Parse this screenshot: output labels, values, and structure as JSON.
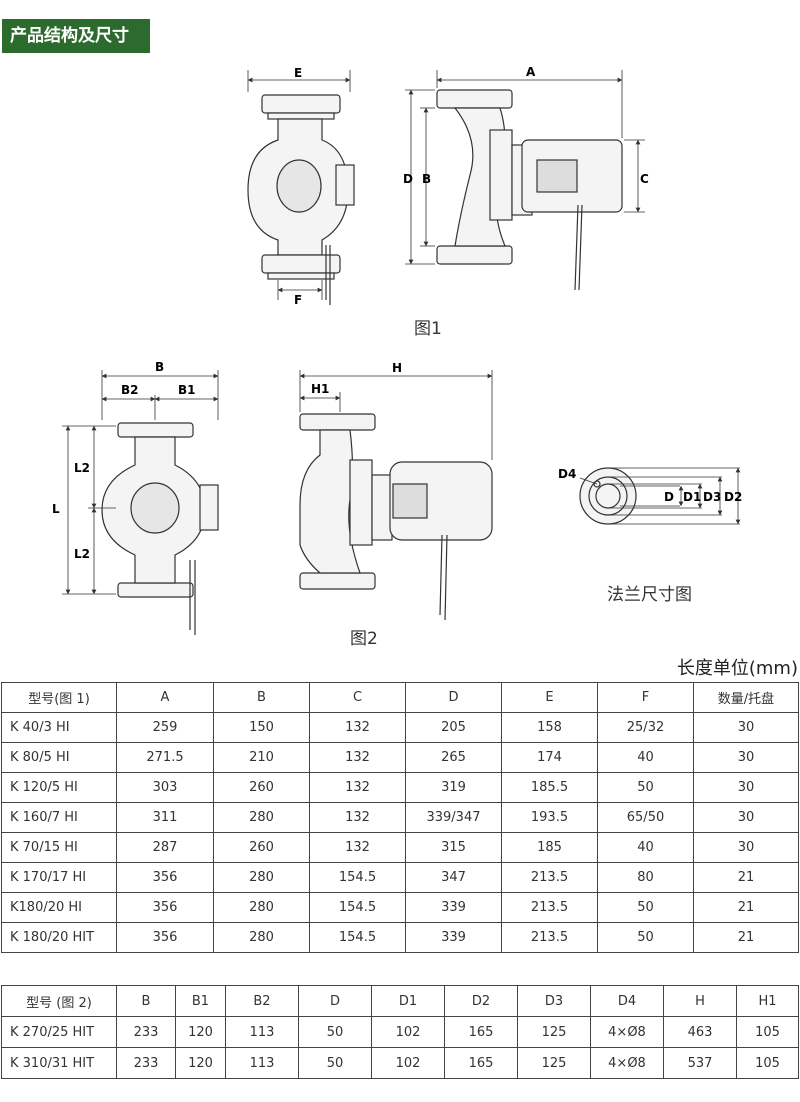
{
  "header": {
    "title": "产品结构及尺寸"
  },
  "figures": {
    "fig1_caption": "图1",
    "fig2_caption": "图2",
    "flange_caption": "法兰尺寸图",
    "dims": {
      "E": "E",
      "F": "F",
      "A": "A",
      "C": "C",
      "D": "D",
      "B": "B",
      "B1": "B1",
      "B2": "B2",
      "L": "L",
      "L2": "L2",
      "H": "H",
      "H1": "H1",
      "D1": "D1",
      "D2": "D2",
      "D3": "D3",
      "D4": "D4"
    }
  },
  "unit_label": "长度单位(mm)",
  "table1": {
    "headers": [
      "型号(图 1)",
      "A",
      "B",
      "C",
      "D",
      "E",
      "F",
      "数量/托盘"
    ],
    "rows": [
      [
        "K 40/3 HI",
        "259",
        "150",
        "132",
        "205",
        "158",
        "25/32",
        "30"
      ],
      [
        "K 80/5 HI",
        "271.5",
        "210",
        "132",
        "265",
        "174",
        "40",
        "30"
      ],
      [
        "K 120/5 HI",
        "303",
        "260",
        "132",
        "319",
        "185.5",
        "50",
        "30"
      ],
      [
        "K 160/7 HI",
        "311",
        "280",
        "132",
        "339/347",
        "193.5",
        "65/50",
        "30"
      ],
      [
        "K 70/15 HI",
        "287",
        "260",
        "132",
        "315",
        "185",
        "40",
        "30"
      ],
      [
        "K 170/17 HI",
        "356",
        "280",
        "154.5",
        "347",
        "213.5",
        "80",
        "21"
      ],
      [
        "K180/20 HI",
        "356",
        "280",
        "154.5",
        "339",
        "213.5",
        "50",
        "21"
      ],
      [
        "K 180/20 HIT",
        "356",
        "280",
        "154.5",
        "339",
        "213.5",
        "50",
        "21"
      ]
    ]
  },
  "table2": {
    "headers": [
      "型号 (图 2)",
      "B",
      "B1",
      "B2",
      "D",
      "D1",
      "D2",
      "D3",
      "D4",
      "H",
      "H1"
    ],
    "rows": [
      [
        "K 270/25 HIT",
        "233",
        "120",
        "113",
        "50",
        "102",
        "165",
        "125",
        "4×Ø8",
        "463",
        "105"
      ],
      [
        "K 310/31 HIT",
        "233",
        "120",
        "113",
        "50",
        "102",
        "165",
        "125",
        "4×Ø8",
        "537",
        "105"
      ]
    ]
  }
}
